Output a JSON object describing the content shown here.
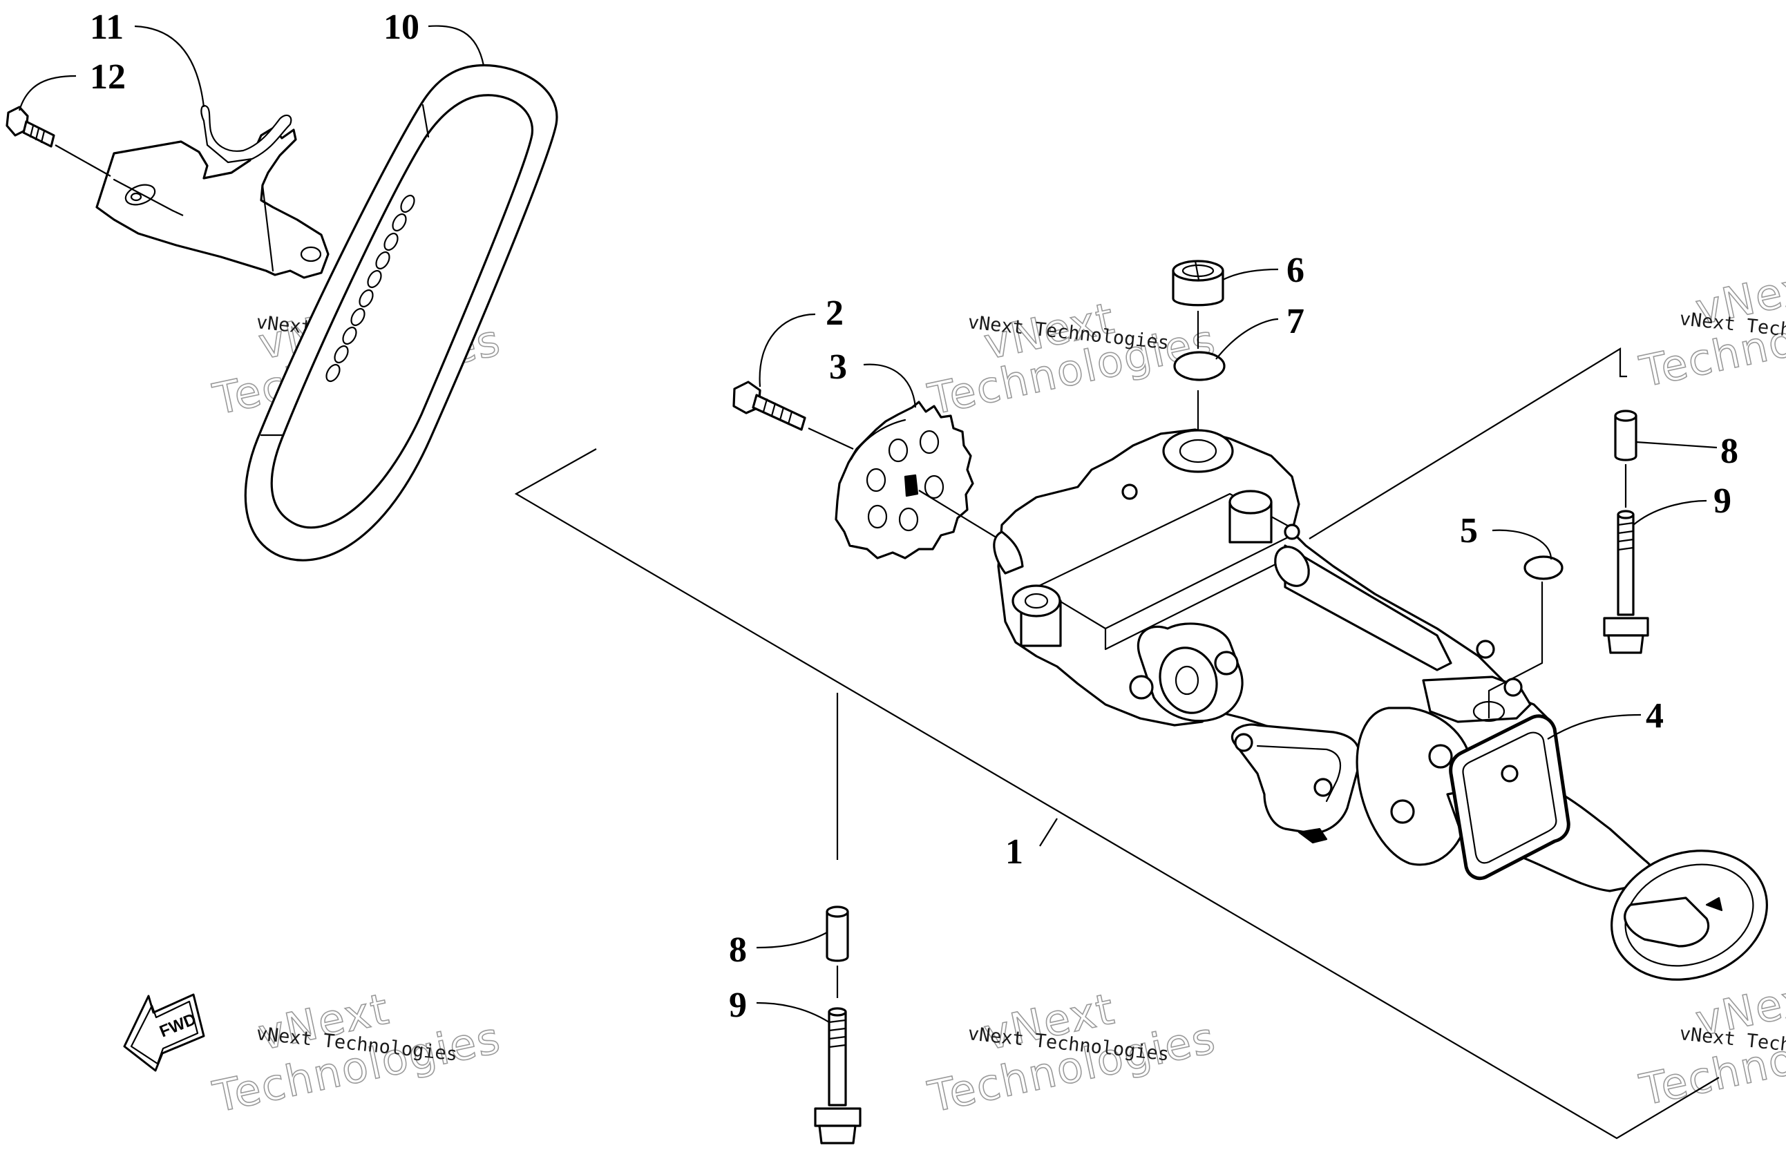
{
  "callouts": {
    "c1": "1",
    "c2": "2",
    "c3": "3",
    "c4": "4",
    "c5": "5",
    "c6": "6",
    "c7": "7",
    "c8_right": "8",
    "c9_right": "9",
    "c8_left": "8",
    "c9_left": "9",
    "c10": "10",
    "c11": "11",
    "c12": "12"
  },
  "fwd_label": "FWD",
  "watermark": {
    "company": "vNext Technologies",
    "word_top": "vNext",
    "word_bottom": "Technologies"
  }
}
